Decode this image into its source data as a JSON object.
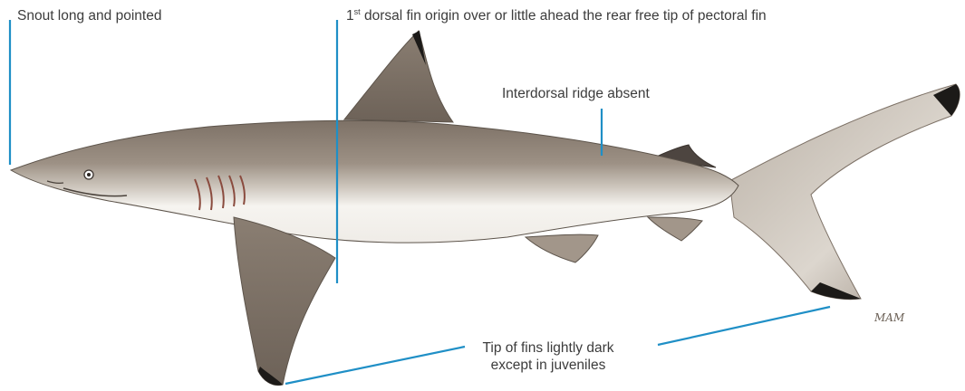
{
  "annotations": {
    "snout": "Snout long and pointed",
    "dorsal_prefix": "1",
    "dorsal_sup": "st",
    "dorsal_rest": " dorsal fin origin over or little ahead the rear free tip of pectoral fin",
    "ridge": "Interdorsal ridge absent",
    "fins_line1": "Tip of fins lightly dark",
    "fins_line2": "except in juveniles"
  },
  "signature": "MAM",
  "colors": {
    "leader_line": "#1f8fc6",
    "label_text": "#3c3c3c",
    "shark_back": "#8e8275",
    "shark_mid": "#a89c8f",
    "shark_belly": "#f4f2ee",
    "fin_tip": "#1c1a18"
  }
}
